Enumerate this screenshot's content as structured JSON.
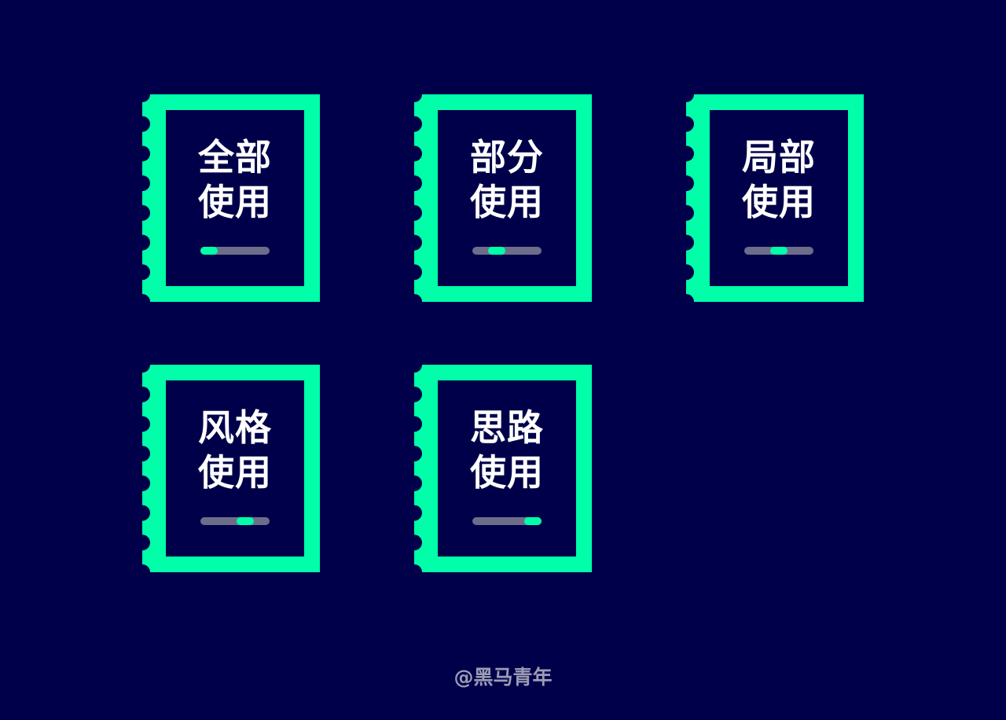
{
  "stamps": [
    {
      "line1": "全部",
      "line2": "使用",
      "progress": 0
    },
    {
      "line1": "部分",
      "line2": "使用",
      "progress": 0.3
    },
    {
      "line1": "局部",
      "line2": "使用",
      "progress": 0.5
    },
    {
      "line1": "风格",
      "line2": "使用",
      "progress": 0.7
    },
    {
      "line1": "思路",
      "line2": "使用",
      "progress": 1
    }
  ],
  "watermark": "@黑马青年",
  "colors": {
    "background": "#00004a",
    "accent": "#00ffa8",
    "track": "#6d6d8a",
    "text": "#ffffff"
  }
}
